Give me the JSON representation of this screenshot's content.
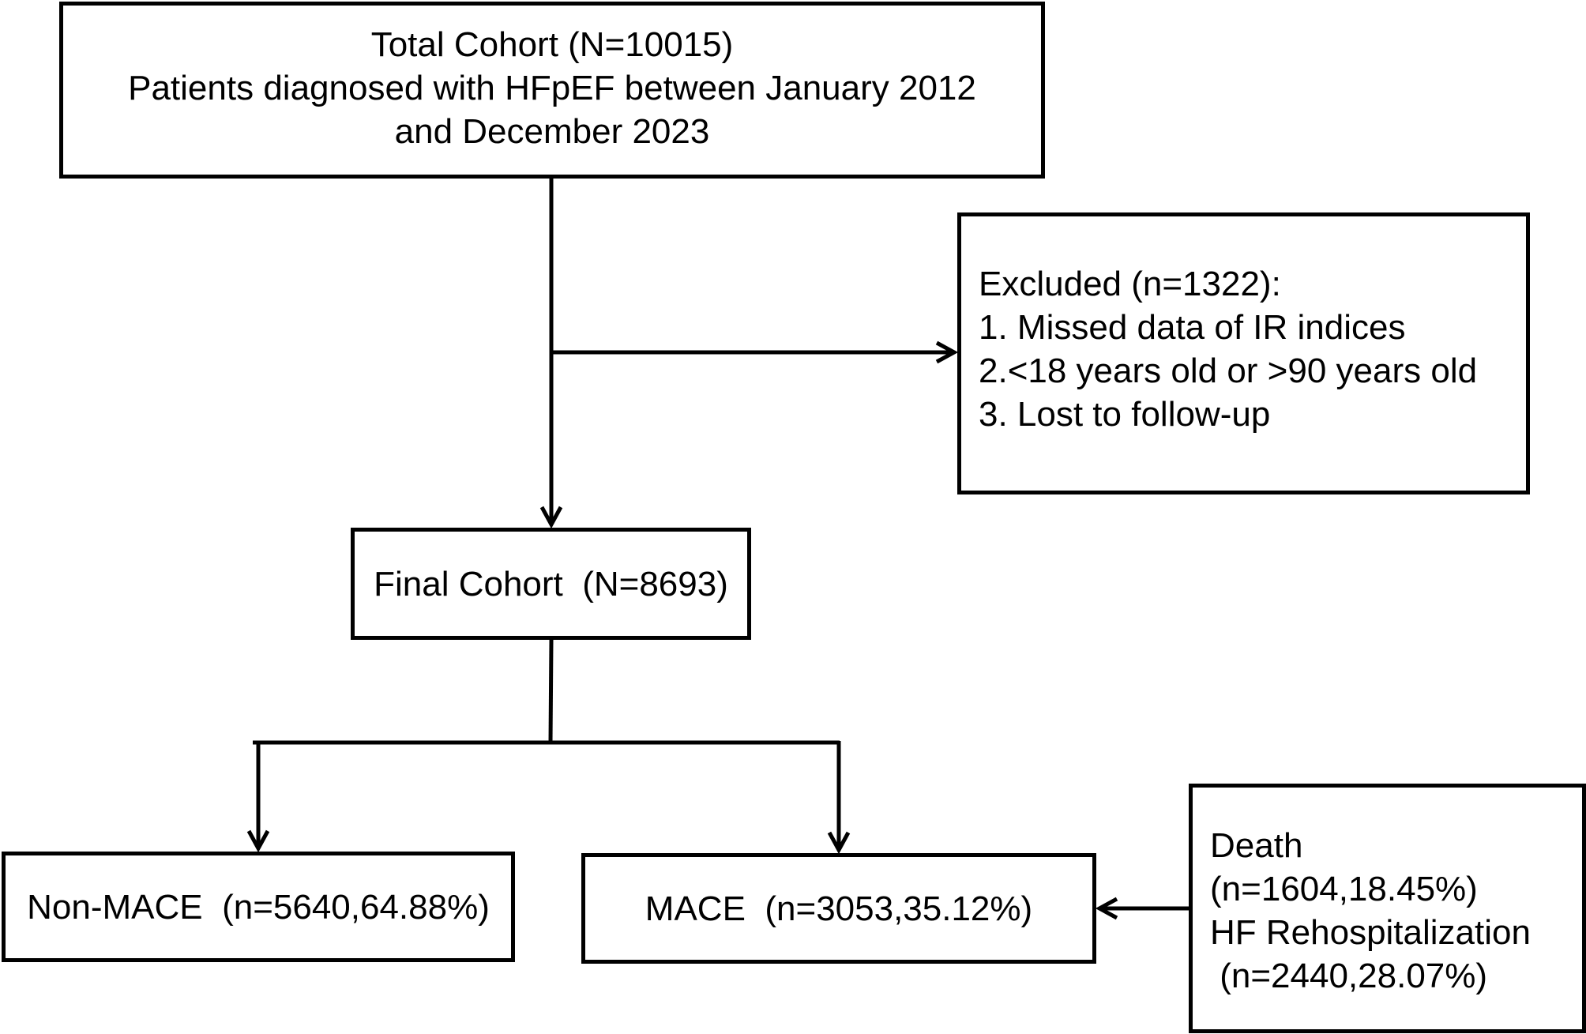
{
  "total_cohort": {
    "lines": [
      "Total Cohort (N=10015)",
      "Patients diagnosed with HFpEF between January 2012",
      "and December 2023"
    ]
  },
  "excluded": {
    "lines": [
      "Excluded (n=1322):",
      "1. Missed data of IR indices",
      "2.<18 years old or >90 years old",
      "3. Lost to follow-up"
    ]
  },
  "final_cohort": {
    "label": "Final Cohort  (N=8693)"
  },
  "non_mace": {
    "label": "Non-MACE  (n=5640,64.88%)"
  },
  "mace": {
    "label": "MACE  (n=3053,35.12%)"
  },
  "mace_components": {
    "lines": [
      "Death",
      "(n=1604,18.45%)",
      "HF Rehospitalization",
      " (n=2440,28.07%)"
    ]
  },
  "colors": {
    "stroke": "#000000",
    "background": "#ffffff"
  }
}
